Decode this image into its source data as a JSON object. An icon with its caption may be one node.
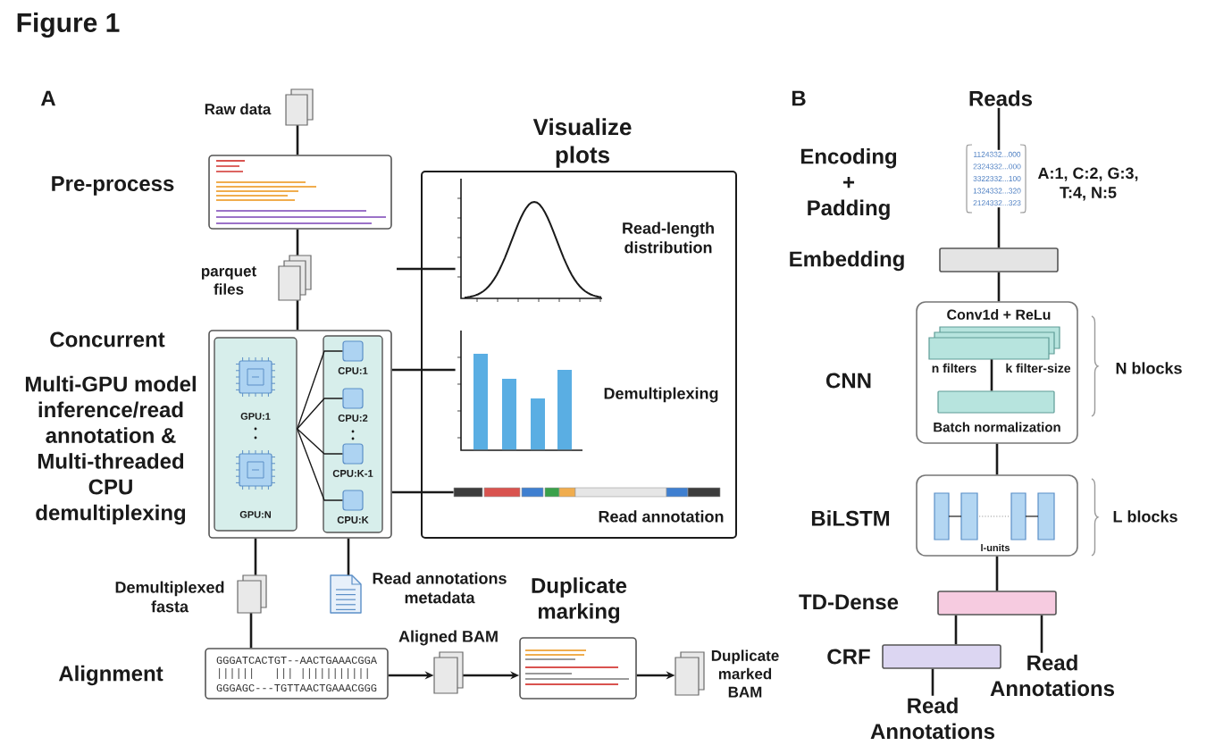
{
  "diagram": {
    "title": "Figure 1",
    "nodes": [
      {
        "text": [],
        "shape": "document",
        "beside": [
          "Raw data"
        ]
      },
      {
        "text": [
          "Pre-process"
        ]
      },
      {
        "text": [],
        "shape": "document",
        "beside": [
          "parquet files"
        ]
      },
      {
        "text": [
          "Concurrent",
          "Multi-GPU model inference/read annotation & Multi-threaded CPU demultiplexing"
        ]
      },
      {
        "text": [],
        "shape": "box",
        "in": 3
      },
      {
        "text": [
          "GPU:1"
        ],
        "in": 4
      },
      {
        "text": [
          "GPU:N"
        ],
        "in": 4
      },
      {
        "text": [],
        "shape": "box",
        "in": 3
      },
      {
        "text": [
          "CPU:1"
        ],
        "in": 7
      },
      {
        "text": [
          "CPU:2"
        ],
        "in": 7
      },
      {
        "text": [
          "CPU:K-1"
        ],
        "in": 7
      },
      {
        "text": [
          "CPU:K"
        ],
        "in": 7
      },
      {
        "text": [],
        "shape": "document",
        "beside": [
          "Demultiplexed fasta"
        ]
      },
      {
        "text": [],
        "shape": "document",
        "beside": [
          "Read annotations metadata"
        ]
      },
      {
        "text": [
          "Alignment",
          "GGGATCACTGT--AACTGAAACGGA",
          "GGGAGC---TGTTAACTGAAACGGG"
        ]
      },
      {
        "text": [],
        "shape": "document",
        "beside": [
          "Aligned BAM"
        ]
      },
      {
        "text": [
          "Duplicate marking"
        ]
      },
      {
        "text": [],
        "shape": "document",
        "beside": [
          "Duplicate marked BAM"
        ]
      },
      {
        "text": [
          "Visualize plots"
        ]
      },
      {
        "text": [
          "Read-length distribution"
        ],
        "in": 18
      },
      {
        "text": [
          "Demultiplexing"
        ],
        "in": 18
      },
      {
        "text": [
          "Read annotation"
        ],
        "in": 18
      },
      {
        "text": [
          "Reads"
        ]
      },
      {
        "text": [
          "Encoding + Padding",
          "1124332...000 2324332...000 3322332...100 1324332...320 2124332...323",
          "A:1, C:2, G:3, T:4, N:5"
        ]
      },
      {
        "text": [
          "Embedding"
        ]
      },
      {
        "text": [
          "CNN"
        ],
        "beside": [
          "N blocks"
        ]
      },
      {
        "text": [
          "Conv1d + ReLu"
        ],
        "in": 25,
        "beside": [
          "n filters",
          "k filter-size"
        ]
      },
      {
        "text": [
          "Batch normalization"
        ],
        "in": 25
      },
      {
        "text": [
          "BiLSTM",
          "l-units"
        ],
        "beside": [
          "L blocks"
        ]
      },
      {
        "text": [
          "TD-Dense"
        ]
      },
      {
        "text": [
          "CRF"
        ]
      },
      {
        "text": [
          "Read Annotations"
        ]
      },
      {
        "text": [
          "Read Annotations"
        ]
      }
    ],
    "edges": [
      {
        "from": 0,
        "to": 1,
        "arrow": "none"
      },
      {
        "from": 1,
        "to": 2,
        "arrow": "none"
      },
      {
        "from": 2,
        "to": 3,
        "arrow": "none"
      },
      {
        "from": 4,
        "to": 8,
        "arrow": "none"
      },
      {
        "from": 4,
        "to": 9,
        "arrow": "none"
      },
      {
        "from": 4,
        "to": 10,
        "arrow": "none"
      },
      {
        "from": 4,
        "to": 11,
        "arrow": "none"
      },
      {
        "from": 3,
        "to": 12,
        "arrow": "none"
      },
      {
        "from": 3,
        "to": 13,
        "arrow": "none"
      },
      {
        "from": 12,
        "to": 14,
        "arrow": "none"
      },
      {
        "from": 14,
        "to": 15,
        "arrow": "to"
      },
      {
        "from": 15,
        "to": 16,
        "arrow": "to"
      },
      {
        "from": 16,
        "to": 17,
        "arrow": "to"
      },
      {
        "from": null,
        "to": 19,
        "arrow": "none"
      },
      {
        "from": 3,
        "to": 20,
        "arrow": "none"
      },
      {
        "from": 3,
        "to": 21,
        "arrow": "none"
      },
      {
        "from": 22,
        "to": 23,
        "arrow": "none"
      },
      {
        "from": 23,
        "to": 24,
        "arrow": "none"
      },
      {
        "from": 24,
        "to": 25,
        "arrow": "none"
      },
      {
        "from": 26,
        "to": 27,
        "arrow": "none"
      },
      {
        "from": 25,
        "to": 28,
        "arrow": "none"
      },
      {
        "from": 28,
        "to": 29,
        "arrow": "none"
      },
      {
        "from": 29,
        "to": 30,
        "arrow": "none"
      },
      {
        "from": 29,
        "to": 31,
        "arrow": "none"
      },
      {
        "from": 30,
        "to": 32,
        "arrow": "none"
      }
    ],
    "labels": [
      "A",
      "B"
    ]
  }
}
